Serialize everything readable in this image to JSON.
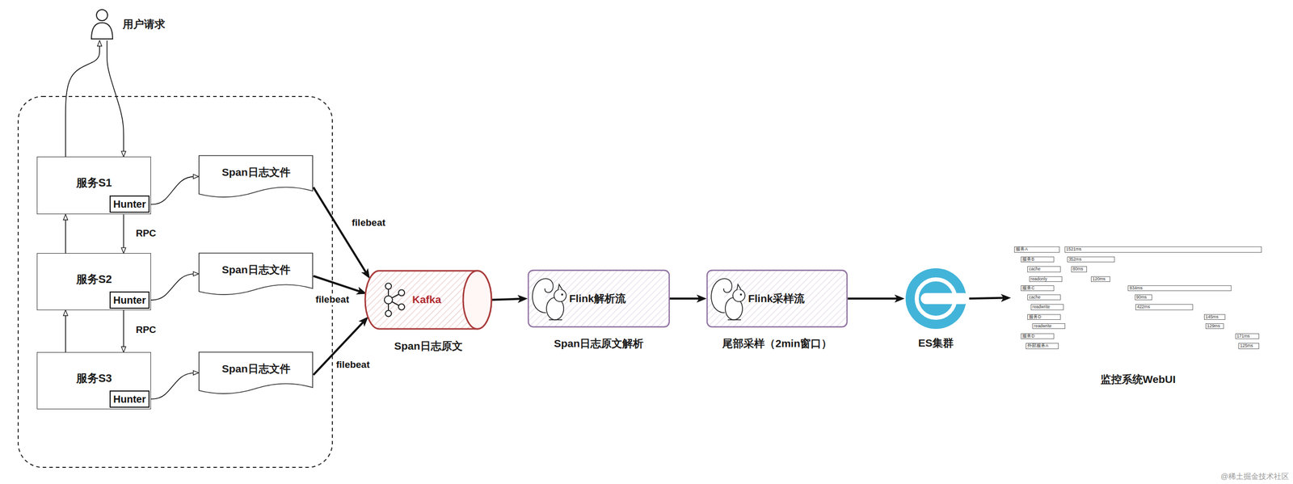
{
  "diagram": {
    "nodes": [
      {
        "text": [
          "用户请求"
        ]
      },
      {
        "text": [
          "服务S1"
        ]
      },
      {
        "text": [
          "Hunter"
        ],
        "in": 1
      },
      {
        "text": [
          "Span日志文件"
        ]
      },
      {
        "text": [
          "服务S2"
        ]
      },
      {
        "text": [
          "Hunter"
        ],
        "in": 4
      },
      {
        "text": [
          "Span日志文件"
        ]
      },
      {
        "text": [
          "服务S3"
        ]
      },
      {
        "text": [
          "Hunter"
        ],
        "in": 7
      },
      {
        "text": [
          "Span日志文件"
        ]
      },
      {
        "text": [
          "Kafka",
          "Span日志原文"
        ]
      },
      {
        "text": [
          "Flink解析流",
          "Span日志原文解析"
        ]
      },
      {
        "text": [
          "Flink采样流",
          "尾部采样（2min窗口）"
        ]
      },
      {
        "text": [
          "ES集群"
        ]
      },
      {
        "text": [
          "监控系统WebUI"
        ]
      }
    ],
    "edges": [
      {
        "from": 1,
        "to": 0,
        "arrow": "to"
      },
      {
        "from": 0,
        "to": 1,
        "arrow": "to"
      },
      {
        "from": 2,
        "to": 3,
        "arrow": "to"
      },
      {
        "from": 1,
        "to": 4,
        "label": "RPC",
        "arrow": "to"
      },
      {
        "from": 4,
        "to": 1,
        "arrow": "to"
      },
      {
        "from": 5,
        "to": 6,
        "arrow": "to"
      },
      {
        "from": 4,
        "to": 7,
        "label": "RPC",
        "arrow": "to"
      },
      {
        "from": 7,
        "to": 4,
        "arrow": "to"
      },
      {
        "from": 8,
        "to": 9,
        "arrow": "to"
      },
      {
        "from": 3,
        "to": 10,
        "label": "filebeat",
        "arrow": "to"
      },
      {
        "from": 6,
        "to": 10,
        "label": "filebeat",
        "arrow": "to"
      },
      {
        "from": 9,
        "to": 10,
        "label": "filebeat",
        "arrow": "to"
      },
      {
        "from": 10,
        "to": 11,
        "arrow": "to"
      },
      {
        "from": 11,
        "to": 12,
        "arrow": "to"
      },
      {
        "from": 12,
        "to": 13,
        "arrow": "to"
      },
      {
        "from": 13,
        "to": 14,
        "arrow": "to"
      }
    ],
    "labels": [
      "服务A",
      "1521ms",
      "服务B",
      "352ms",
      "cache",
      "80ms",
      "readonly",
      "120ms",
      "服务C",
      "834ms",
      "cache",
      "90ms",
      "readwrite",
      "422ms",
      "服务D",
      "145ms",
      "readwrite",
      "129ms",
      "服务D",
      "171ms",
      "外部服务A",
      "125ms",
      "@稀土掘金技术社区"
    ]
  }
}
